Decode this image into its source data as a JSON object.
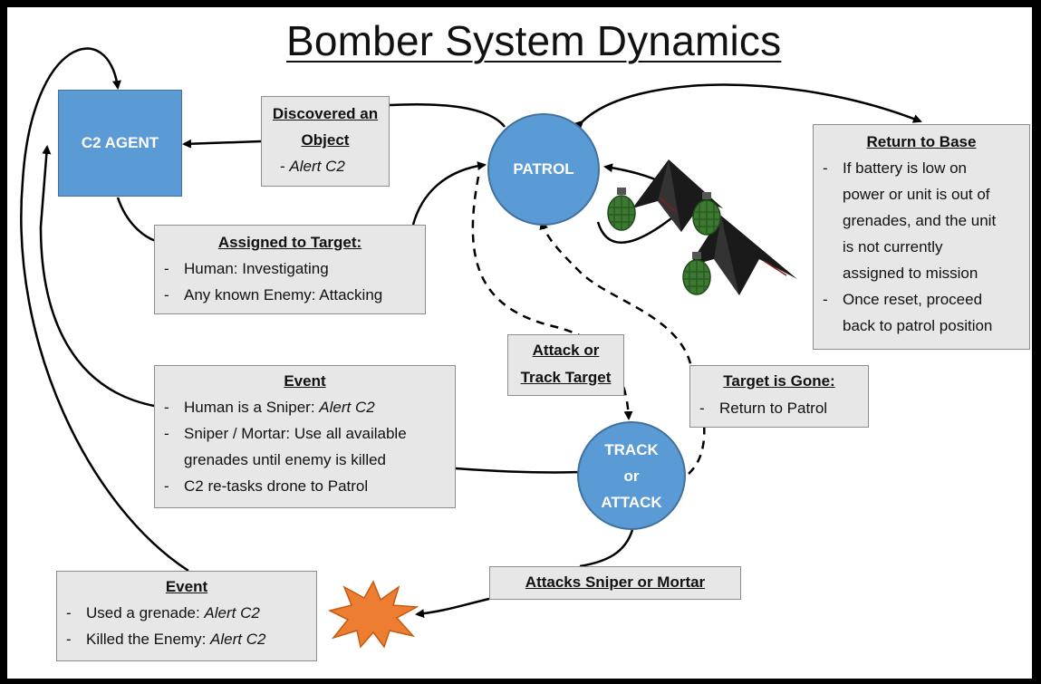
{
  "title": "Bomber System Dynamics",
  "colors": {
    "node_fill": "#5b9bd5",
    "box_fill": "#e7e7e7",
    "burst": "#ed7d31",
    "grenade": "#3c7a32"
  },
  "icons": {
    "drones": "bomber-drone-icon",
    "grenades": "grenade-icon",
    "explosion": "explosion-icon"
  },
  "nodes": {
    "c2_agent": "C2 AGENT",
    "patrol": "PATROL",
    "track_attack": [
      "TRACK",
      "or",
      "ATTACK"
    ]
  },
  "boxes": {
    "discovered": {
      "title_line1": "Discovered an",
      "title_line2": "Object",
      "dash": "-",
      "item": "Alert C2"
    },
    "assigned": {
      "title": "Assigned to Target:",
      "items": [
        "Human: Investigating",
        "Any known Enemy: Attacking"
      ]
    },
    "return_base": {
      "title": "Return to Base",
      "items": [
        [
          "If battery is low on",
          "power or unit is out of",
          "grenades, and the unit",
          "is not currently",
          "assigned to mission"
        ],
        [
          "Once reset, proceed",
          "back to patrol position"
        ]
      ]
    },
    "attack_track": {
      "line1": "Attack or",
      "line2": "Track Target"
    },
    "target_gone": {
      "title": "Target is Gone:",
      "items": [
        "Return to Patrol"
      ]
    },
    "event_sniper": {
      "title": "Event",
      "item1_text": "Human is a Sniper: ",
      "item1_alert": "Alert C2",
      "item2_line1": "Sniper / Mortar: Use all available",
      "item2_line2": "grenades until enemy is killed",
      "item3": "C2 re-tasks drone to Patrol"
    },
    "attacks": {
      "title": "Attacks Sniper or Mortar"
    },
    "event_grenade": {
      "title": "Event",
      "item1_text": "Used a grenade: ",
      "item1_alert": "Alert C2",
      "item2_text": "Killed the Enemy: ",
      "item2_alert": "Alert C2"
    }
  },
  "bullet": "-"
}
